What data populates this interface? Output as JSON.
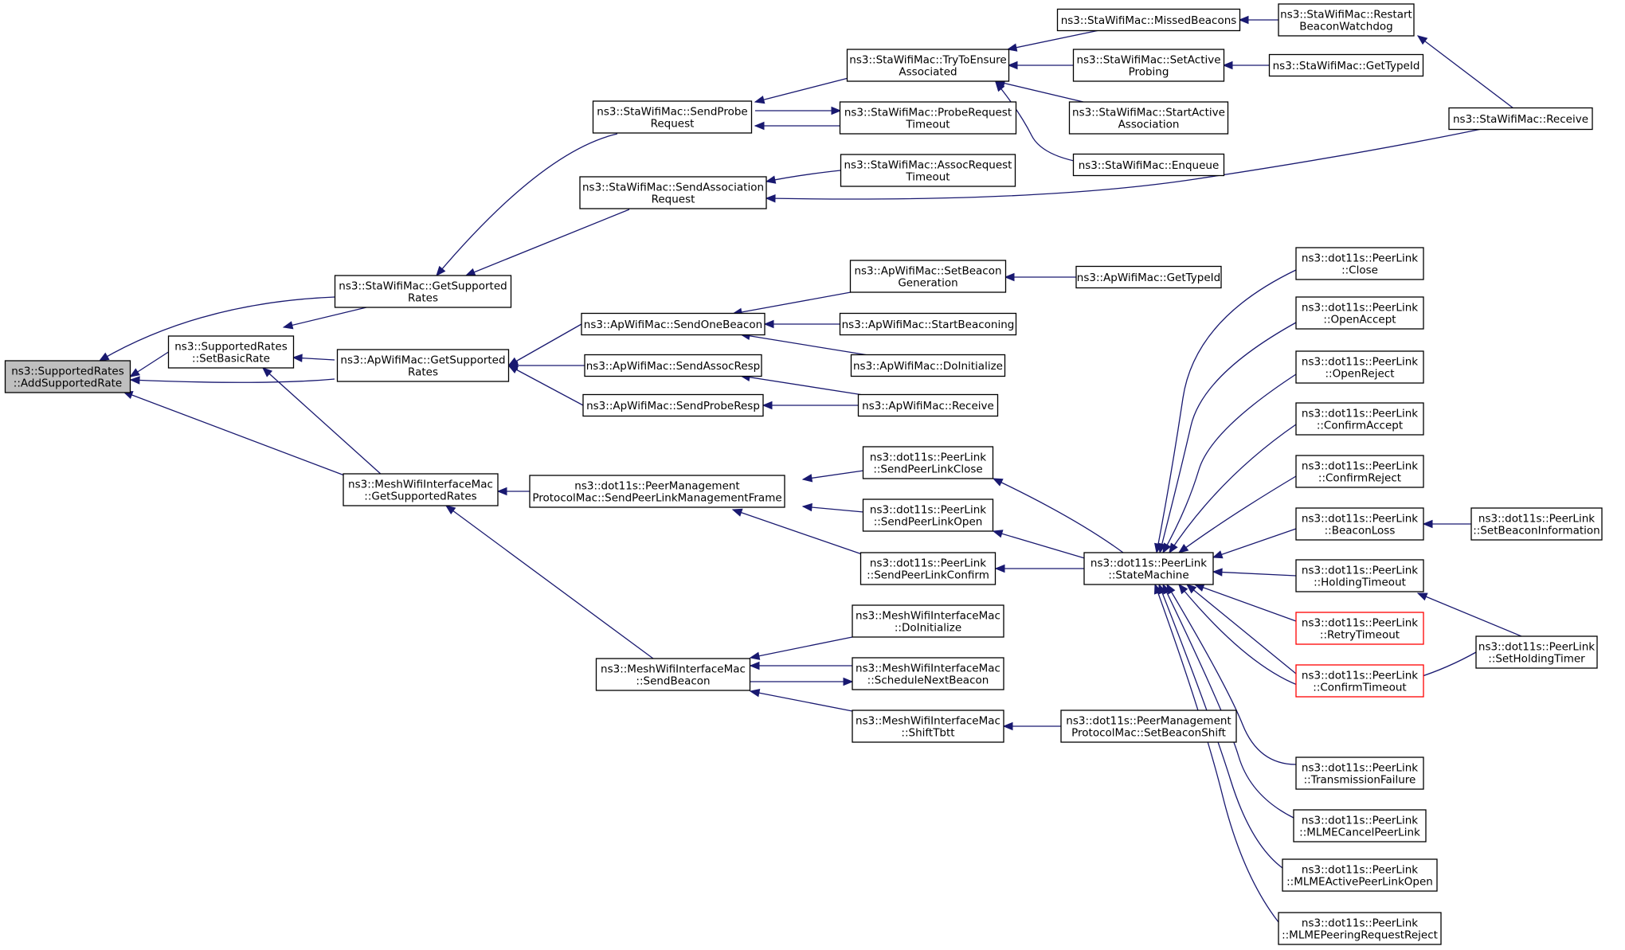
{
  "diagram": {
    "colors": {
      "edge": "#191970",
      "root_fill": "#bfbfbf",
      "node_fill": "#ffffff",
      "red_border": "#ff0000"
    },
    "nodes": [
      {
        "id": "n0",
        "lines": [
          "ns3::SupportedRates",
          "::AddSupportedRate"
        ],
        "style": "root"
      },
      {
        "id": "n1",
        "lines": [
          "ns3::SupportedRates",
          "::SetBasicRate"
        ]
      },
      {
        "id": "n2",
        "lines": [
          "ns3::StaWifiMac::GetSupported",
          "Rates"
        ]
      },
      {
        "id": "n3",
        "lines": [
          "ns3::ApWifiMac::GetSupported",
          "Rates"
        ]
      },
      {
        "id": "n4",
        "lines": [
          "ns3::MeshWifiInterfaceMac",
          "::GetSupportedRates"
        ]
      },
      {
        "id": "n5",
        "lines": [
          "ns3::StaWifiMac::SendProbe",
          "Request"
        ]
      },
      {
        "id": "n6",
        "lines": [
          "ns3::StaWifiMac::SendAssociation",
          "Request"
        ]
      },
      {
        "id": "n7",
        "lines": [
          "ns3::StaWifiMac::TryToEnsure",
          "Associated"
        ]
      },
      {
        "id": "n8",
        "lines": [
          "ns3::StaWifiMac::ProbeRequest",
          "Timeout"
        ]
      },
      {
        "id": "n9",
        "lines": [
          "ns3::StaWifiMac::AssocRequest",
          "Timeout"
        ]
      },
      {
        "id": "n10",
        "lines": [
          "ns3::StaWifiMac::MissedBeacons"
        ]
      },
      {
        "id": "n11",
        "lines": [
          "ns3::StaWifiMac::SetActive",
          "Probing"
        ]
      },
      {
        "id": "n12",
        "lines": [
          "ns3::StaWifiMac::StartActive",
          "Association"
        ]
      },
      {
        "id": "n13",
        "lines": [
          "ns3::StaWifiMac::Enqueue"
        ]
      },
      {
        "id": "n14",
        "lines": [
          "ns3::StaWifiMac::Restart",
          "BeaconWatchdog"
        ]
      },
      {
        "id": "n15",
        "lines": [
          "ns3::StaWifiMac::GetTypeId"
        ]
      },
      {
        "id": "n16",
        "lines": [
          "ns3::StaWifiMac::Receive"
        ]
      },
      {
        "id": "n17",
        "lines": [
          "ns3::ApWifiMac::SendOneBeacon"
        ]
      },
      {
        "id": "n18",
        "lines": [
          "ns3::ApWifiMac::SendAssocResp"
        ]
      },
      {
        "id": "n19",
        "lines": [
          "ns3::ApWifiMac::SendProbeResp"
        ]
      },
      {
        "id": "n20",
        "lines": [
          "ns3::ApWifiMac::SetBeacon",
          "Generation"
        ]
      },
      {
        "id": "n21",
        "lines": [
          "ns3::ApWifiMac::StartBeaconing"
        ]
      },
      {
        "id": "n22",
        "lines": [
          "ns3::ApWifiMac::DoInitialize"
        ]
      },
      {
        "id": "n23",
        "lines": [
          "ns3::ApWifiMac::Receive"
        ]
      },
      {
        "id": "n24",
        "lines": [
          "ns3::ApWifiMac::GetTypeId"
        ]
      },
      {
        "id": "n25",
        "lines": [
          "ns3::dot11s::PeerManagement",
          "ProtocolMac::SendPeerLinkManagementFrame"
        ]
      },
      {
        "id": "n26",
        "lines": [
          "ns3::MeshWifiInterfaceMac",
          "::SendBeacon"
        ]
      },
      {
        "id": "n27",
        "lines": [
          "ns3::dot11s::PeerLink",
          "::SendPeerLinkClose"
        ]
      },
      {
        "id": "n28",
        "lines": [
          "ns3::dot11s::PeerLink",
          "::SendPeerLinkOpen"
        ]
      },
      {
        "id": "n29",
        "lines": [
          "ns3::dot11s::PeerLink",
          "::SendPeerLinkConfirm"
        ]
      },
      {
        "id": "n30",
        "lines": [
          "ns3::dot11s::PeerLink",
          "::StateMachine"
        ]
      },
      {
        "id": "n31",
        "lines": [
          "ns3::MeshWifiInterfaceMac",
          "::DoInitialize"
        ]
      },
      {
        "id": "n32",
        "lines": [
          "ns3::MeshWifiInterfaceMac",
          "::ScheduleNextBeacon"
        ]
      },
      {
        "id": "n33",
        "lines": [
          "ns3::MeshWifiInterfaceMac",
          "::ShiftTbtt"
        ]
      },
      {
        "id": "n34",
        "lines": [
          "ns3::dot11s::PeerManagement",
          "ProtocolMac::SetBeaconShift"
        ]
      },
      {
        "id": "n35",
        "lines": [
          "ns3::dot11s::PeerLink",
          "::Close"
        ]
      },
      {
        "id": "n36",
        "lines": [
          "ns3::dot11s::PeerLink",
          "::OpenAccept"
        ]
      },
      {
        "id": "n37",
        "lines": [
          "ns3::dot11s::PeerLink",
          "::OpenReject"
        ]
      },
      {
        "id": "n38",
        "lines": [
          "ns3::dot11s::PeerLink",
          "::ConfirmAccept"
        ]
      },
      {
        "id": "n39",
        "lines": [
          "ns3::dot11s::PeerLink",
          "::ConfirmReject"
        ]
      },
      {
        "id": "n40",
        "lines": [
          "ns3::dot11s::PeerLink",
          "::BeaconLoss"
        ]
      },
      {
        "id": "n41",
        "lines": [
          "ns3::dot11s::PeerLink",
          "::HoldingTimeout"
        ]
      },
      {
        "id": "n42",
        "lines": [
          "ns3::dot11s::PeerLink",
          "::RetryTimeout"
        ],
        "style": "red"
      },
      {
        "id": "n43",
        "lines": [
          "ns3::dot11s::PeerLink",
          "::ConfirmTimeout"
        ],
        "style": "red"
      },
      {
        "id": "n44",
        "lines": [
          "ns3::dot11s::PeerLink",
          "::TransmissionFailure"
        ]
      },
      {
        "id": "n45",
        "lines": [
          "ns3::dot11s::PeerLink",
          "::MLMECancelPeerLink"
        ]
      },
      {
        "id": "n46",
        "lines": [
          "ns3::dot11s::PeerLink",
          "::MLMEActivePeerLinkOpen"
        ]
      },
      {
        "id": "n47",
        "lines": [
          "ns3::dot11s::PeerLink",
          "::MLMEPeeringRequestReject"
        ]
      },
      {
        "id": "n48",
        "lines": [
          "ns3::dot11s::PeerLink",
          "::SetBeaconInformation"
        ]
      },
      {
        "id": "n49",
        "lines": [
          "ns3::dot11s::PeerLink",
          "::SetHoldingTimer"
        ]
      }
    ],
    "edges": [
      [
        "n1",
        "n0"
      ],
      [
        "n2",
        "n0"
      ],
      [
        "n3",
        "n0"
      ],
      [
        "n4",
        "n0"
      ],
      [
        "n3",
        "n1"
      ],
      [
        "n4",
        "n1"
      ],
      [
        "n2",
        "n1"
      ],
      [
        "n5",
        "n2"
      ],
      [
        "n6",
        "n2"
      ],
      [
        "n17",
        "n3"
      ],
      [
        "n18",
        "n3"
      ],
      [
        "n19",
        "n3"
      ],
      [
        "n25",
        "n4"
      ],
      [
        "n26",
        "n4"
      ],
      [
        "n7",
        "n5"
      ],
      [
        "n8",
        "n5"
      ],
      [
        "n9",
        "n6"
      ],
      [
        "n16",
        "n6"
      ],
      [
        "n5",
        "n8"
      ],
      [
        "n10",
        "n7"
      ],
      [
        "n11",
        "n7"
      ],
      [
        "n12",
        "n7"
      ],
      [
        "n13",
        "n7"
      ],
      [
        "n14",
        "n10"
      ],
      [
        "n15",
        "n11"
      ],
      [
        "n16",
        "n14"
      ],
      [
        "n20",
        "n17"
      ],
      [
        "n21",
        "n17"
      ],
      [
        "n22",
        "n17"
      ],
      [
        "n23",
        "n18"
      ],
      [
        "n23",
        "n19"
      ],
      [
        "n24",
        "n20"
      ],
      [
        "n27",
        "n25"
      ],
      [
        "n28",
        "n25"
      ],
      [
        "n29",
        "n25"
      ],
      [
        "n30",
        "n27"
      ],
      [
        "n30",
        "n28"
      ],
      [
        "n30",
        "n29"
      ],
      [
        "n31",
        "n26"
      ],
      [
        "n32",
        "n26"
      ],
      [
        "n33",
        "n26"
      ],
      [
        "n26",
        "n32"
      ],
      [
        "n34",
        "n33"
      ],
      [
        "n35",
        "n30"
      ],
      [
        "n36",
        "n30"
      ],
      [
        "n37",
        "n30"
      ],
      [
        "n38",
        "n30"
      ],
      [
        "n39",
        "n30"
      ],
      [
        "n40",
        "n30"
      ],
      [
        "n41",
        "n30"
      ],
      [
        "n42",
        "n30"
      ],
      [
        "n43",
        "n30"
      ],
      [
        "n44",
        "n30"
      ],
      [
        "n45",
        "n30"
      ],
      [
        "n46",
        "n30"
      ],
      [
        "n47",
        "n30"
      ],
      [
        "n49",
        "n30"
      ],
      [
        "n48",
        "n40"
      ],
      [
        "n49",
        "n41"
      ]
    ]
  }
}
